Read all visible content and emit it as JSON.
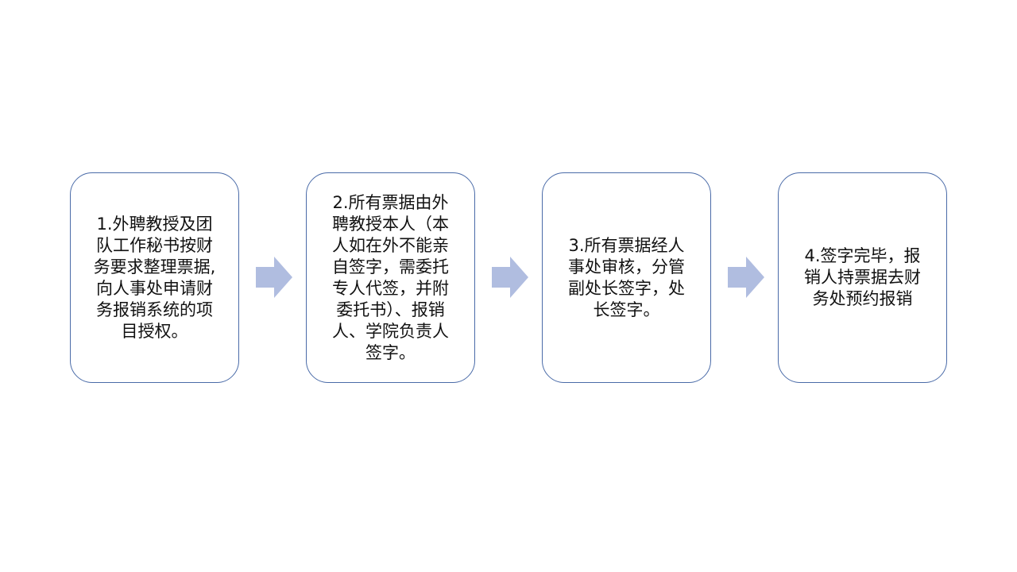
{
  "arrow_color": "#b0bde0",
  "border_color": "#4a6ba8",
  "steps": [
    {
      "lines": [
        "1.外聘教授及团",
        "队工作秘书按财",
        "务要求整理票据,",
        "向人事处申请财",
        "务报销系统的项",
        "目授权。"
      ]
    },
    {
      "lines": [
        "2.所有票据由外",
        "聘教授本人（本",
        "人如在外不能亲",
        "自签字，需委托",
        "专人代签，并附",
        "委托书）、报销",
        "人、学院负责人",
        "签字。"
      ]
    },
    {
      "lines": [
        "3.所有票据经人",
        "事处审核，分管",
        "副处长签字，处",
        "长签字。"
      ]
    },
    {
      "lines": [
        "4.签字完毕，报",
        "销人持票据去财",
        "务处预约报销"
      ]
    }
  ]
}
